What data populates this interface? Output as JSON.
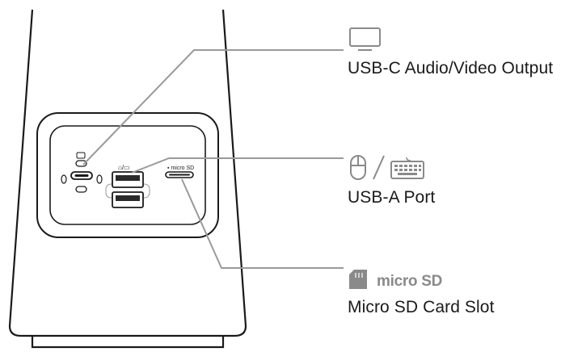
{
  "labels": {
    "usb_c": "USB-C Audio/Video Output",
    "usb_a": "USB-A Port",
    "micro_sd": "Micro SD Card Slot"
  },
  "icons": {
    "usb_c": [
      "monitor-icon"
    ],
    "usb_a": [
      "mouse-icon",
      "keyboard-icon"
    ],
    "micro_sd": [
      "sd-card-icon"
    ]
  },
  "micro_sd_logo": "micro SD",
  "colors": {
    "outline": "#1a1a1a",
    "leader_line": "#9a9a9a",
    "icon_gray": "#8a8a8a",
    "text": "#1a1a1a"
  }
}
